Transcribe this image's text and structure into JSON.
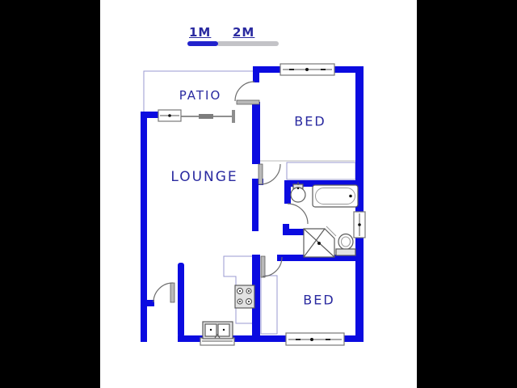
{
  "scale_bar": {
    "label_1m": "1M",
    "label_2m": "2M"
  },
  "rooms": {
    "patio": "PATIO",
    "lounge": "LOUNGE",
    "bed_top": "BED",
    "bed_bottom": "BED"
  },
  "fixtures": [
    "bathtub",
    "washbasin",
    "shower",
    "toilet",
    "stove",
    "kitchen-sink"
  ],
  "theme": {
    "wall_color": "#0b0be0",
    "label_color": "#2a2aa0",
    "outline_color": "#9a9ad0",
    "fixture_color": "#5c5c5c",
    "scale_blue": "#2222cc",
    "scale_gray": "#c3c3c7",
    "letterbox": "#000000"
  }
}
